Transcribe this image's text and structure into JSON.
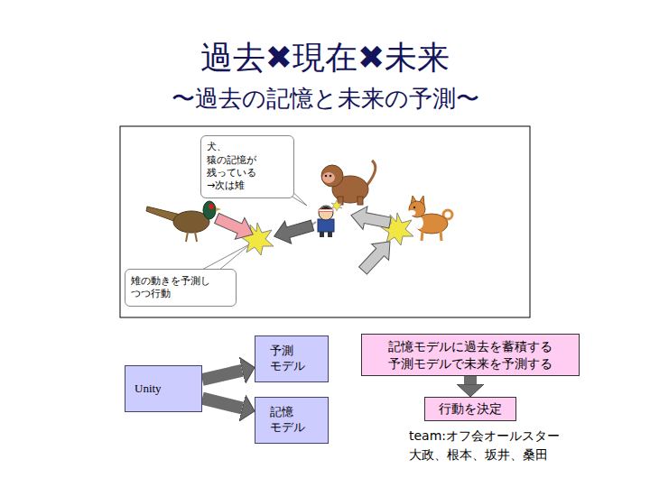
{
  "diagram": {
    "title": "過去✖現在✖未来",
    "nodes": [
      {
        "text": [
          "犬、猿の記憶が 残っている →次は雉"
        ]
      },
      {
        "text": [
          "雉の動きを予測し つつ行動"
        ]
      },
      {
        "text": [
          "Unity"
        ]
      },
      {
        "text": [
          "予測 モデル"
        ]
      },
      {
        "text": [
          "記憶 モデル"
        ]
      },
      {
        "text": [
          "記憶モデルに過去を蓄積する 予測モデルで未来を予測する"
        ]
      },
      {
        "text": [
          "行動を決定"
        ]
      }
    ],
    "edges": [
      {
        "from": 2,
        "to": 3,
        "arrow": "to"
      },
      {
        "from": 2,
        "to": 4,
        "arrow": "to"
      },
      {
        "from": 5,
        "to": 6,
        "arrow": "to"
      }
    ],
    "labels": [
      "〜過去の記憶と未来の予測〜",
      "team:オフ会オールスター",
      "大政、根本、坂井、桑田"
    ]
  }
}
